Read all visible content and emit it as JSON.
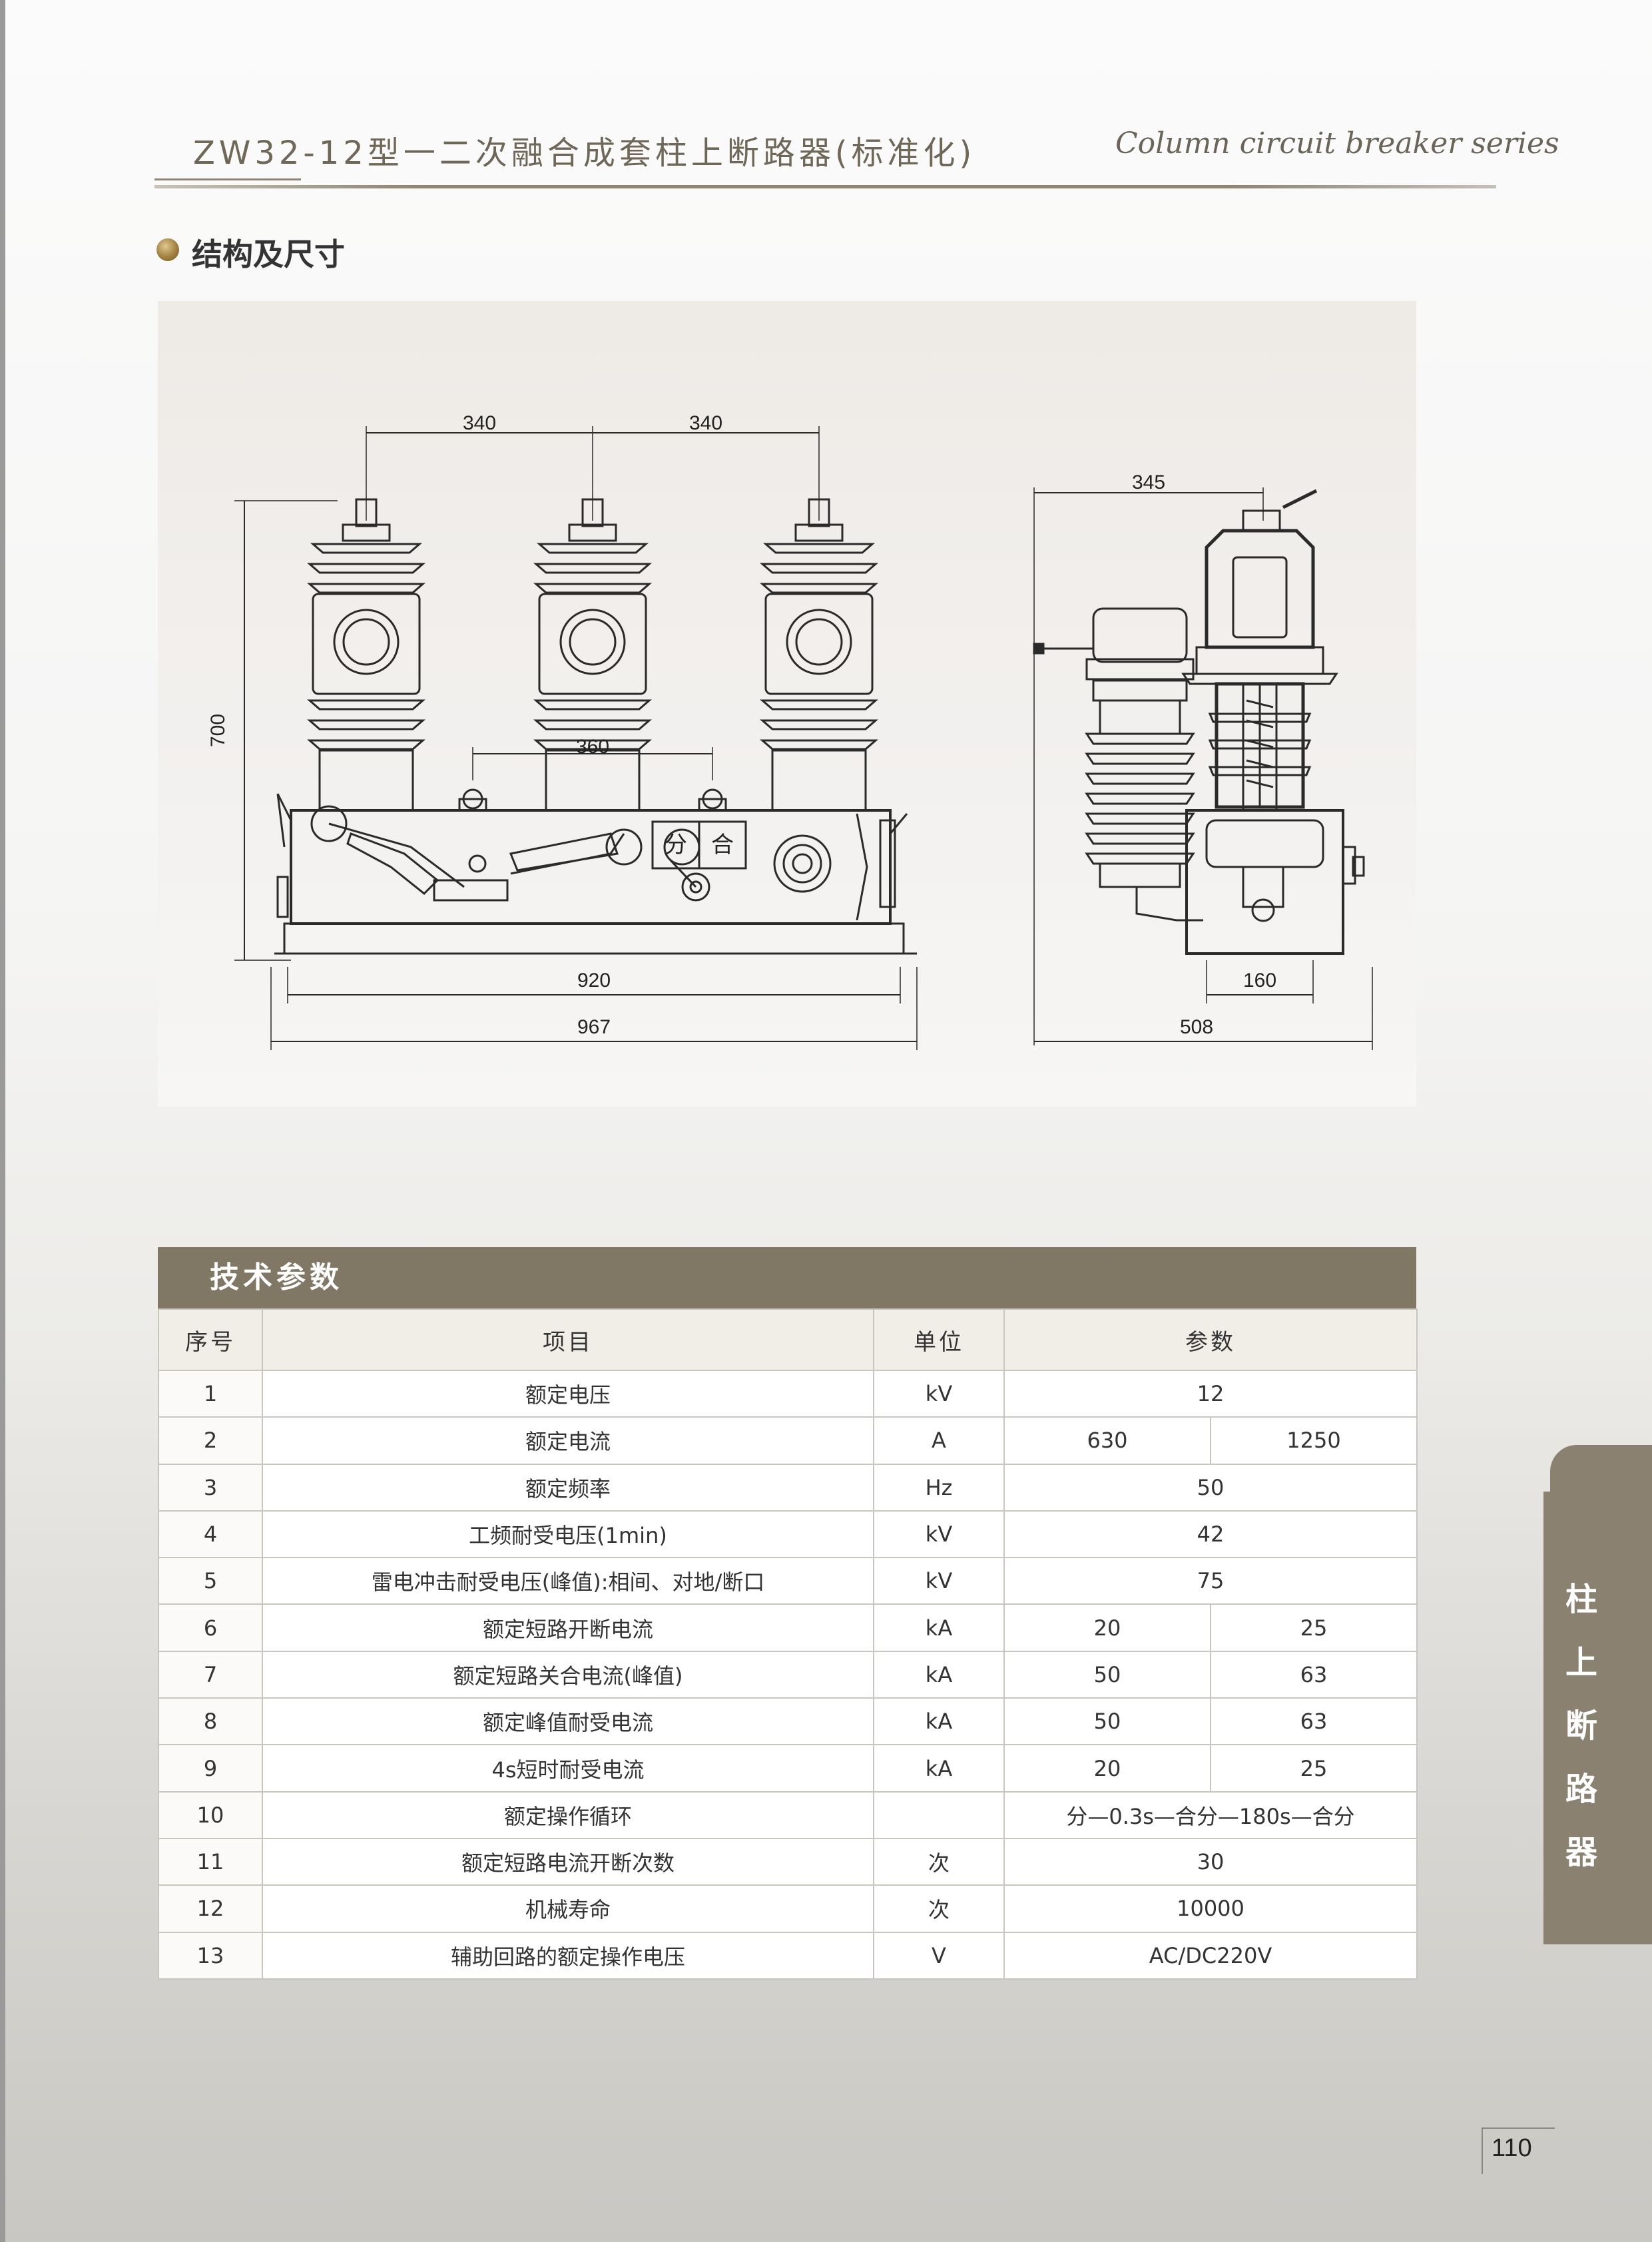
{
  "header": {
    "title": "ZW32-12型一二次融合成套柱上断路器(标准化)",
    "subtitle_en": "Column circuit breaker series"
  },
  "section": {
    "title": "结构及尺寸"
  },
  "drawing": {
    "front_dims": {
      "spacing_left": "340",
      "spacing_right": "340",
      "height": "700",
      "inner": "360",
      "base": "920",
      "overall": "967"
    },
    "side_dims": {
      "top": "345",
      "base_inner": "160",
      "overall": "508"
    },
    "label_open": "分",
    "label_close": "合"
  },
  "table": {
    "title": "技术参数",
    "headers": [
      "序号",
      "项目",
      "单位",
      "参数"
    ],
    "rows": [
      {
        "no": "1",
        "item": "额定电压",
        "unit": "kV",
        "v1": "12",
        "v2": ""
      },
      {
        "no": "2",
        "item": "额定电流",
        "unit": "A",
        "v1": "630",
        "v2": "1250"
      },
      {
        "no": "3",
        "item": "额定频率",
        "unit": "Hz",
        "v1": "50",
        "v2": ""
      },
      {
        "no": "4",
        "item": "工频耐受电压(1min)",
        "unit": "kV",
        "v1": "42",
        "v2": ""
      },
      {
        "no": "5",
        "item": "雷电冲击耐受电压(峰值):相间、对地/断口",
        "unit": "kV",
        "v1": "75",
        "v2": ""
      },
      {
        "no": "6",
        "item": "额定短路开断电流",
        "unit": "kA",
        "v1": "20",
        "v2": "25"
      },
      {
        "no": "7",
        "item": "额定短路关合电流(峰值)",
        "unit": "kA",
        "v1": "50",
        "v2": "63"
      },
      {
        "no": "8",
        "item": "额定峰值耐受电流",
        "unit": "kA",
        "v1": "50",
        "v2": "63"
      },
      {
        "no": "9",
        "item": "4s短时耐受电流",
        "unit": "kA",
        "v1": "20",
        "v2": "25"
      },
      {
        "no": "10",
        "item": "额定操作循环",
        "unit": "",
        "v1": "分—0.3s—合分—180s—合分",
        "v2": ""
      },
      {
        "no": "11",
        "item": "额定短路电流开断次数",
        "unit": "次",
        "v1": "30",
        "v2": ""
      },
      {
        "no": "12",
        "item": "机械寿命",
        "unit": "次",
        "v1": "10000",
        "v2": ""
      },
      {
        "no": "13",
        "item": "辅助回路的额定操作电压",
        "unit": "V",
        "v1": "AC/DC220V",
        "v2": ""
      }
    ]
  },
  "side_tab": {
    "chars": [
      "柱",
      "上",
      "断",
      "路",
      "器"
    ]
  },
  "page_number": "110"
}
